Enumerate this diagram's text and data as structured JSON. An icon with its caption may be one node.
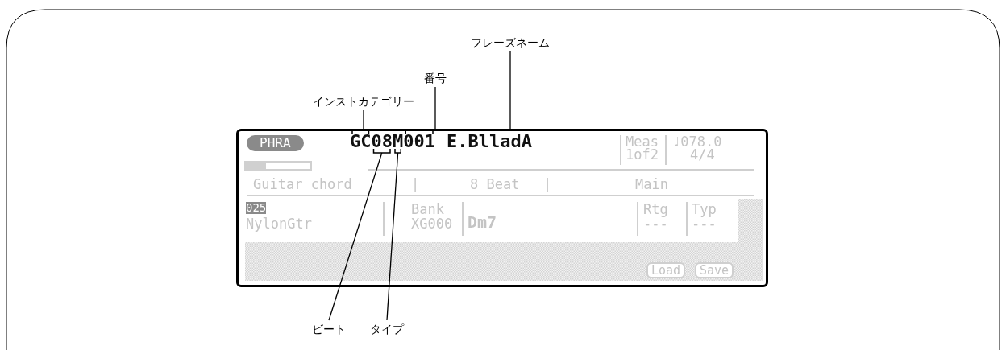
{
  "diagram": {
    "nodes": [
      {
        "text": [
          "フレーズネーム"
        ]
      },
      {
        "text": [
          "番号"
        ]
      },
      {
        "text": [
          "インストカテゴリー"
        ]
      },
      {
        "text": [],
        "shape": "box"
      },
      {
        "text": [
          "GC"
        ],
        "in": 3
      },
      {
        "text": [
          "08"
        ],
        "in": 3
      },
      {
        "text": [
          "M"
        ],
        "in": 3
      },
      {
        "text": [
          "001"
        ],
        "in": 3
      },
      {
        "text": [
          "E.BlladA"
        ],
        "in": 3
      },
      {
        "text": [
          "ビート"
        ]
      },
      {
        "text": [
          "タイプ"
        ]
      }
    ],
    "edges": [
      {
        "from": 2,
        "to": 4,
        "arrow": "none"
      },
      {
        "from": 1,
        "to": 7,
        "arrow": "none"
      },
      {
        "from": 0,
        "to": 8,
        "arrow": "none"
      },
      {
        "from": 9,
        "to": 5,
        "arrow": "none"
      },
      {
        "from": 10,
        "to": 6,
        "arrow": "none"
      }
    ],
    "labels": [
      "PHRA",
      "Meas",
      "1of2",
      "♩078.0",
      "4/4",
      "Guitar chord",
      "|",
      "8 Beat",
      "|",
      "Main",
      "025",
      "NylonGtr",
      "Bank",
      "XG000",
      "Dm7",
      "Rtg",
      "Typ",
      "---",
      "---",
      "Load",
      "Save"
    ]
  }
}
